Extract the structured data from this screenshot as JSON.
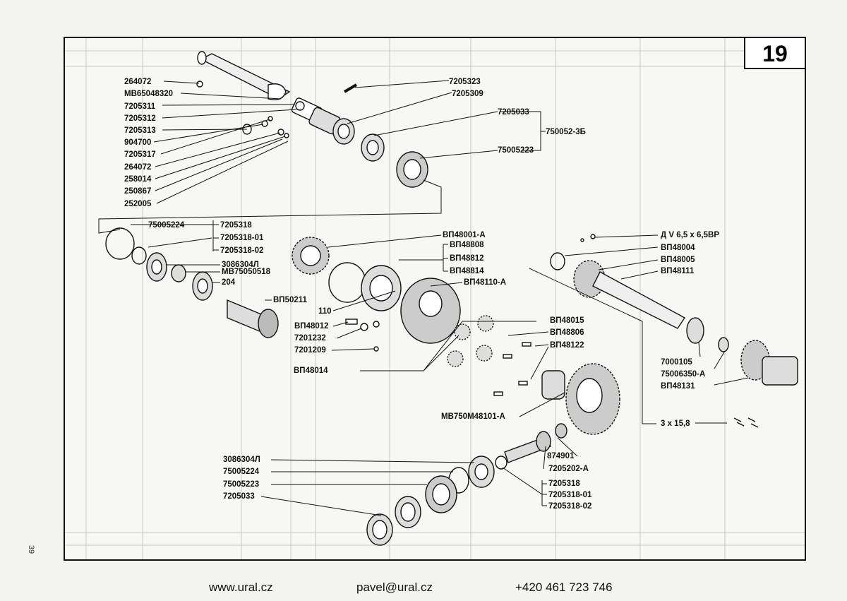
{
  "page_number": "19",
  "side_number": "39",
  "labels_left": [
    "264072",
    "МВ65048320",
    "7205311",
    "7205312",
    "7205313",
    "904700",
    "7205317",
    "264072",
    "258014",
    "250867",
    "252005"
  ],
  "labels_top_mid": [
    "7205323",
    "7205309",
    "7205033",
    "75005223"
  ],
  "group_750052": "750052-3Б",
  "labels_mid_left": [
    "75005224",
    "7205318",
    "7205318-01",
    "7205318-02",
    "3086304Л",
    "МВ75050518",
    "204",
    "ВП50211"
  ],
  "labels_center": [
    "ВП48001-А",
    "ВП48808",
    "ВП48812",
    "ВП48814",
    "ВП48110-А",
    "110",
    "ВП48012",
    "7201232",
    "7201209",
    "ВП48015",
    "ВП48806",
    "ВП48122",
    "ВП48014",
    "МВ750М48101-А"
  ],
  "labels_right": [
    "Д V 6,5 x 6,5ВР",
    "ВП48004",
    "ВП48005",
    "ВП48111",
    "7000105",
    "75006350-А",
    "ВП48131",
    "3 x 15,8"
  ],
  "labels_bottom_right": [
    "874901",
    "7205202-А",
    "7205318",
    "7205318-01",
    "7205318-02"
  ],
  "labels_bottom_left": [
    "3086304Л",
    "75005224",
    "75005223",
    "7205033"
  ],
  "footer": {
    "web": "www.ural.cz",
    "email": "pavel@ural.cz",
    "phone": "+420 461 723 746"
  }
}
